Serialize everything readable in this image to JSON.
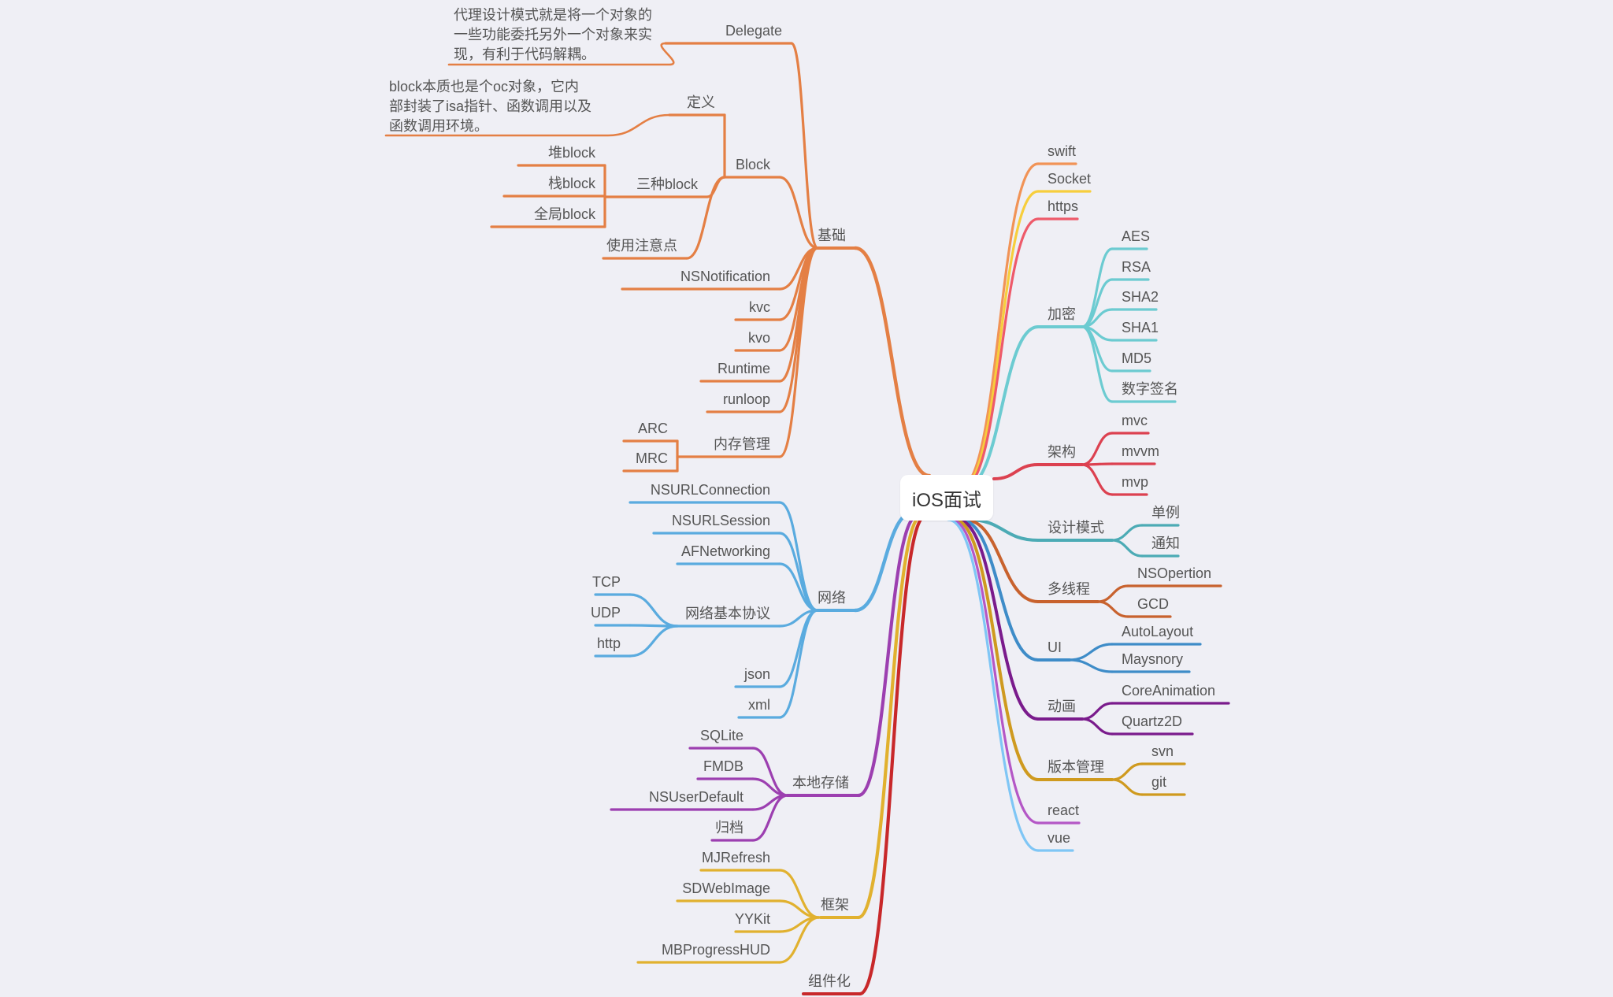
{
  "root": {
    "label": "iOS面试"
  },
  "colors": {
    "background": "#efeff5",
    "text": "#555555",
    "basics": "#e47f44",
    "network": "#5aabdf",
    "storage": "#9c3fb0",
    "framework": "#e1b12f",
    "component": "#c8282a",
    "swift": "#f19356",
    "socket": "#f7ce3c",
    "https": "#ee5a6a",
    "crypto": "#6ccbd1",
    "architecture": "#dc4150",
    "patterns": "#4cabb5",
    "multithread": "#c8622e",
    "ui": "#3e8cc8",
    "animation": "#7a1b8c",
    "version": "#cf9a1f",
    "react": "#b457c6",
    "vue": "#7fc6f5"
  },
  "nodes": {
    "basics": {
      "label": "基础",
      "delegate": {
        "label": "Delegate",
        "note": [
          "代理设计模式就是将一个对象的",
          "一些功能委托另外一个对象来实",
          "现，有利于代码解耦。"
        ]
      },
      "block": {
        "label": "Block",
        "definition": {
          "label": "定义",
          "note": [
            "block本质也是个oc对象，它内",
            "部封装了isa指针、函数调用以及",
            "函数调用环境。"
          ]
        },
        "kinds": {
          "label": "三种block",
          "items": [
            "堆block",
            "栈block",
            "全局block"
          ]
        },
        "usage": {
          "label": "使用注意点"
        }
      },
      "nsnotification": {
        "label": "NSNotification"
      },
      "kvc": {
        "label": "kvc"
      },
      "kvo": {
        "label": "kvo"
      },
      "runtime": {
        "label": "Runtime"
      },
      "runloop": {
        "label": "runloop"
      },
      "memory": {
        "label": "内存管理",
        "items": [
          "ARC",
          "MRC"
        ]
      }
    },
    "network": {
      "label": "网络",
      "items": [
        "NSURLConnection",
        "NSURLSession",
        "AFNetworking"
      ],
      "protocols": {
        "label": "网络基本协议",
        "items": [
          "TCP",
          "UDP",
          "http"
        ]
      },
      "json": {
        "label": "json"
      },
      "xml": {
        "label": "xml"
      }
    },
    "storage": {
      "label": "本地存储",
      "items": [
        "SQLite",
        "FMDB",
        "NSUserDefault",
        "归档"
      ]
    },
    "framework": {
      "label": "框架",
      "items": [
        "MJRefresh",
        "SDWebImage",
        "YYKit",
        "MBProgressHUD"
      ]
    },
    "component": {
      "label": "组件化"
    },
    "swift": {
      "label": "swift"
    },
    "socket": {
      "label": "Socket"
    },
    "https": {
      "label": "https"
    },
    "crypto": {
      "label": "加密",
      "items": [
        "AES",
        "RSA",
        "SHA2",
        "SHA1",
        "MD5",
        "数字签名"
      ]
    },
    "architecture": {
      "label": "架构",
      "items": [
        "mvc",
        "mvvm",
        "mvp"
      ]
    },
    "patterns": {
      "label": "设计模式",
      "items": [
        "单例",
        "通知"
      ]
    },
    "multithread": {
      "label": "多线程",
      "items": [
        "NSOpertion",
        "GCD"
      ]
    },
    "ui": {
      "label": "UI",
      "items": [
        "AutoLayout",
        "Maysnory"
      ]
    },
    "animation": {
      "label": "动画",
      "items": [
        "CoreAnimation",
        "Quartz2D"
      ]
    },
    "version": {
      "label": "版本管理",
      "items": [
        "svn",
        "git"
      ]
    },
    "react": {
      "label": "react"
    },
    "vue": {
      "label": "vue"
    }
  }
}
